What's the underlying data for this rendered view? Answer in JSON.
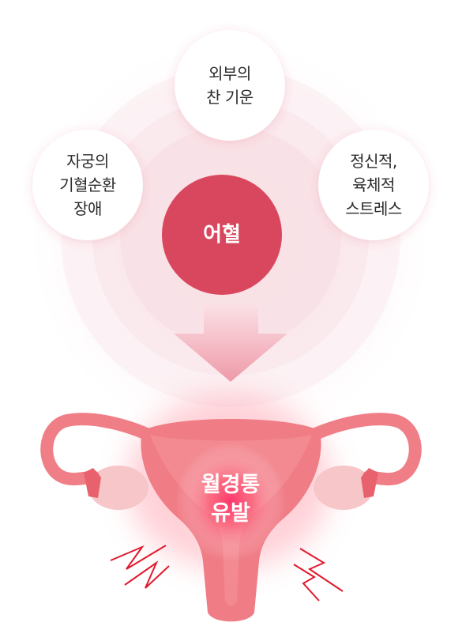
{
  "causes": {
    "top": [
      "외부의",
      "찬 기운"
    ],
    "left": [
      "자궁의",
      "기혈순환",
      "장애"
    ],
    "right": [
      "정신적,",
      "육체적",
      "스트레스"
    ]
  },
  "center": {
    "label": "어혈"
  },
  "result": {
    "lines": [
      "월경통",
      "유발"
    ]
  },
  "colors": {
    "center_fill": "#d9475f",
    "uterus": "#f07c86",
    "uterus_dark": "#e0636f",
    "arrow": "#f3b1bc",
    "pain_marks": "#e0192d",
    "halo": "#fbe8ec"
  },
  "icons": [
    "uterus-illustration",
    "down-arrow-icon",
    "pain-spark-icon"
  ]
}
